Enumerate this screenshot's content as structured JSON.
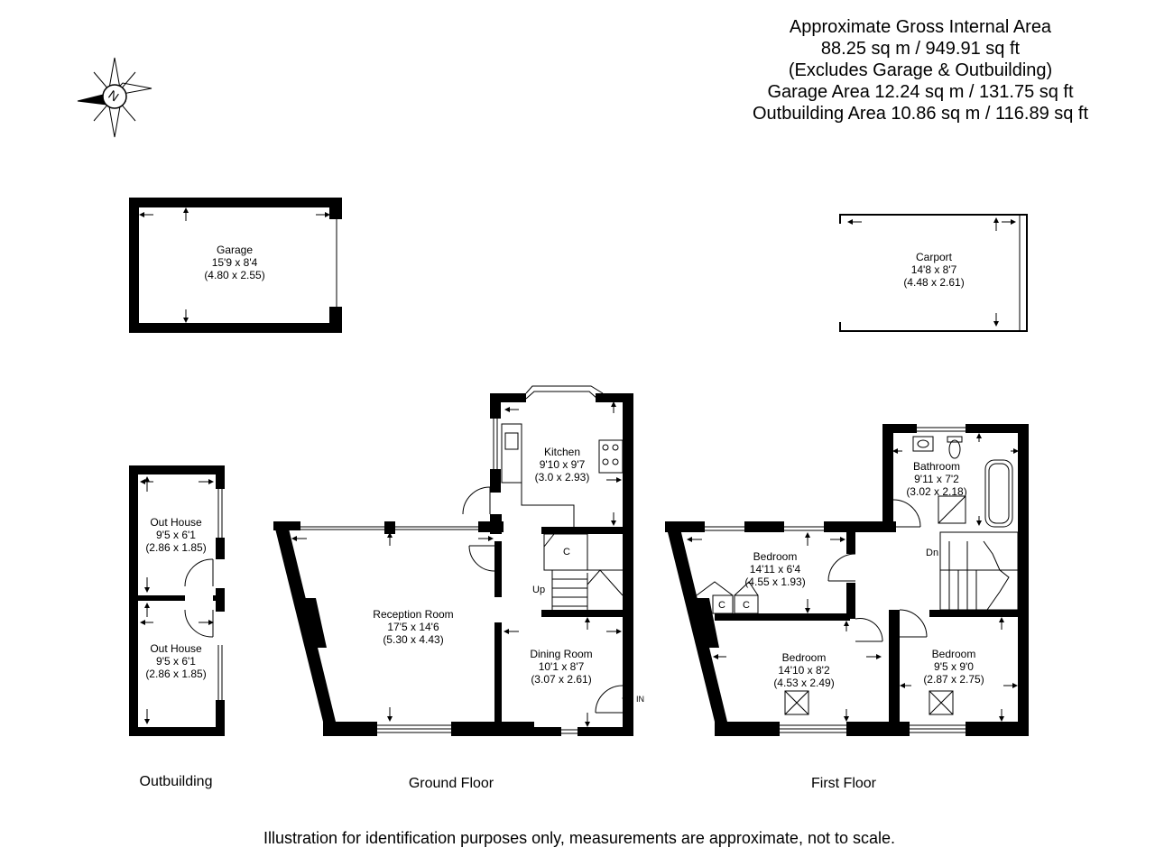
{
  "header": {
    "lines": [
      "Approximate Gross Internal Area",
      "88.25 sq m / 949.91 sq ft",
      "(Excludes Garage & Outbuilding)",
      "Garage Area 12.24 sq m / 131.75 sq ft",
      "Outbuilding Area 10.86 sq m / 116.89 sq ft"
    ]
  },
  "compass": {
    "letter": "N"
  },
  "rooms": {
    "garage": {
      "name": "Garage",
      "imperial": "15'9 x 8'4",
      "metric": "(4.80 x 2.55)"
    },
    "carport": {
      "name": "Carport",
      "imperial": "14'8 x 8'7",
      "metric": "(4.48 x 2.61)"
    },
    "outhouse1": {
      "name": "Out House",
      "imperial": "9'5 x 6'1",
      "metric": "(2.86 x 1.85)"
    },
    "outhouse2": {
      "name": "Out House",
      "imperial": "9'5 x 6'1",
      "metric": "(2.86 x 1.85)"
    },
    "kitchen": {
      "name": "Kitchen",
      "imperial": "9'10 x 9'7",
      "metric": "(3.0 x 2.93)"
    },
    "reception": {
      "name": "Reception Room",
      "imperial": "17'5 x 14'6",
      "metric": "(5.30 x 4.43)"
    },
    "dining": {
      "name": "Dining Room",
      "imperial": "10'1 x 8'7",
      "metric": "(3.07 x 2.61)"
    },
    "bathroom": {
      "name": "Bathroom",
      "imperial": "9'11 x 7'2",
      "metric": "(3.02 x 2.18)"
    },
    "bedroom1": {
      "name": "Bedroom",
      "imperial": "14'11 x 6'4",
      "metric": "(4.55 x 1.93)"
    },
    "bedroom2": {
      "name": "Bedroom",
      "imperial": "14'10 x 8'2",
      "metric": "(4.53 x 2.49)"
    },
    "bedroom3": {
      "name": "Bedroom",
      "imperial": "9'5 x 9'0",
      "metric": "(2.87 x 2.75)"
    }
  },
  "marks": {
    "cupboard": "C",
    "up": "Up",
    "down": "Dn",
    "entrance": "IN"
  },
  "captions": {
    "outbuilding": "Outbuilding",
    "ground_floor": "Ground Floor",
    "first_floor": "First Floor"
  },
  "disclaimer": "Illustration for identification purposes only, measurements are approximate, not to scale."
}
